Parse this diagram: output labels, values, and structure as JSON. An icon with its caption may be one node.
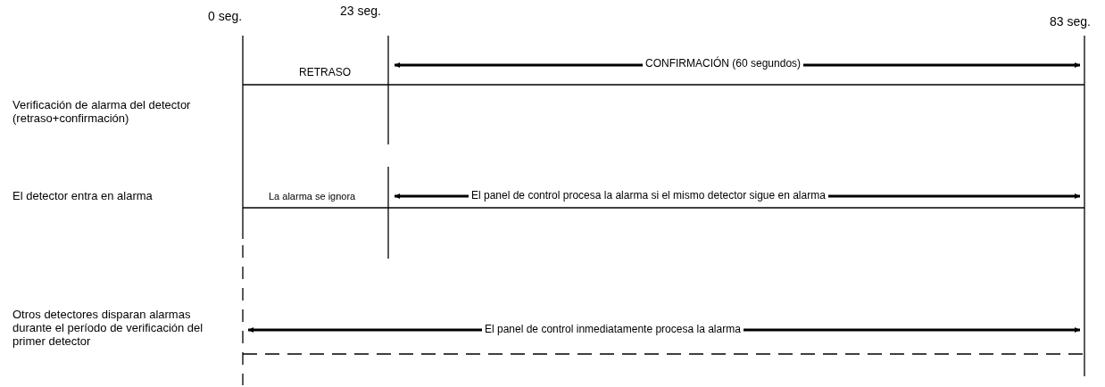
{
  "diagram": {
    "labels": [
      "0 seg.",
      "23 seg.",
      "83 seg.",
      "Verificación de alarma del detector (retraso+confirmación)",
      "RETRASO",
      "CONFIRMACIÓN (60 segundos)",
      "El detector entra en alarma",
      "La alarma se ignora",
      "El panel de control procesa la alarma si el mismo detector sigue en alarma",
      "Otros detectores disparan alarmas durante el período de verificación del primer detector",
      "El panel de control inmediatamente procesa la alarma"
    ]
  }
}
